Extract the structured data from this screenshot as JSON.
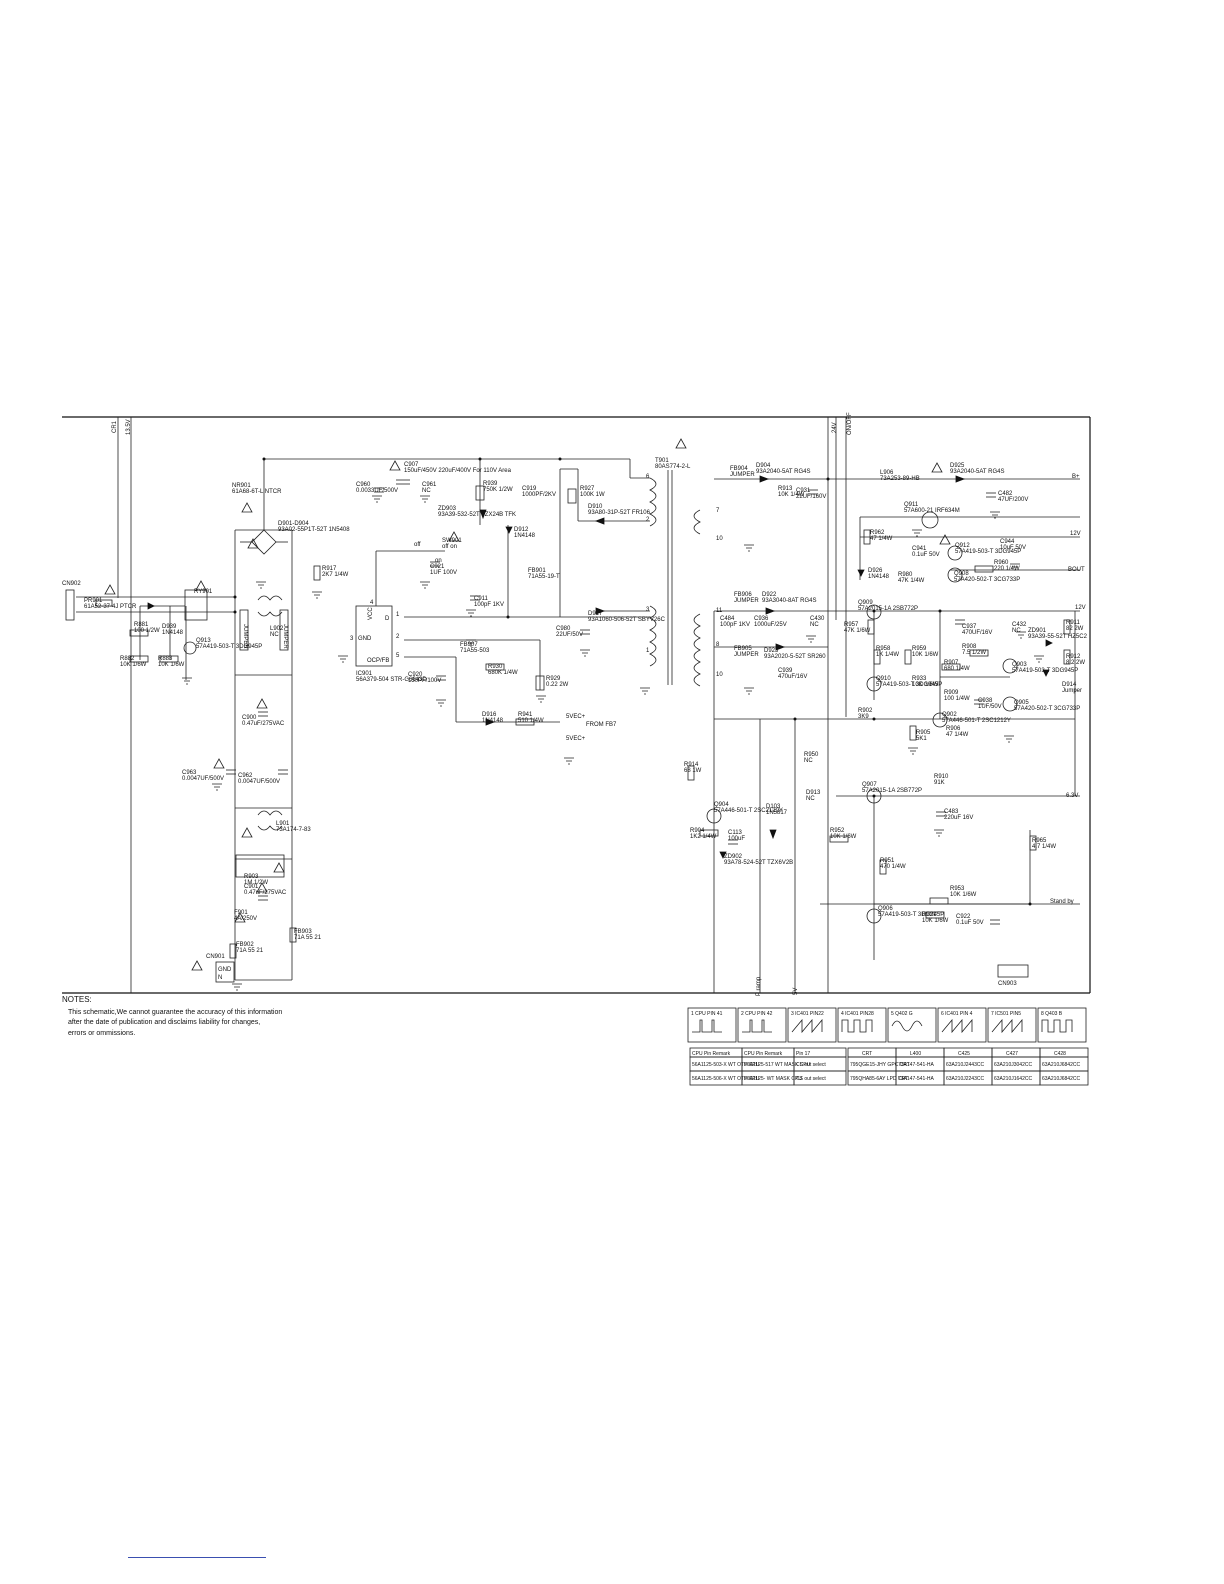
{
  "notes": {
    "title": "NOTES:",
    "lines": [
      "This schematic,We cannot guarantee the accuracy of this information",
      "after the date of publication and disclaims liability for changes,",
      "errors or ommissions."
    ]
  },
  "connectors": {
    "cn902": "CN902",
    "cn901": "CN901",
    "cn903": "CN903",
    "gnd": "GND",
    "n": "N"
  },
  "components": [
    {
      "ref": "NR901",
      "value": "61A68-6T-L NTCR"
    },
    {
      "ref": "C960",
      "value": "0.0033UF/500V"
    },
    {
      "ref": "C907",
      "value": "150uF/450V 220uF/400V For 110V Area"
    },
    {
      "ref": "C961",
      "value": "NC"
    },
    {
      "ref": "R939",
      "value": "750K 1/2W"
    },
    {
      "ref": "ZD903",
      "value": "93A39-532-52T TZX24B TFK"
    },
    {
      "ref": "C919",
      "value": "1000PF/2KV"
    },
    {
      "ref": "R927",
      "value": "100K 1W"
    },
    {
      "ref": "D910",
      "value": "93A80-31P-52T FR106"
    },
    {
      "ref": "T901",
      "value": "80AS774-2-L"
    },
    {
      "ref": "D901-D904",
      "value": "93A02-55P1T-52T 1N5408"
    },
    {
      "ref": "SW901",
      "value": "off on"
    },
    {
      "ref": "D912",
      "value": "1N4148"
    },
    {
      "ref": "R917",
      "value": "2K7 1/4W"
    },
    {
      "ref": "C921",
      "value": "1UF 100V"
    },
    {
      "ref": "FB901",
      "value": "71A55-19-T"
    },
    {
      "ref": "C911",
      "value": "100pF 1KV"
    },
    {
      "ref": "D917",
      "value": "93A1060-506-52T SBYV26C"
    },
    {
      "ref": "C980",
      "value": "22UF/50V"
    },
    {
      "ref": "IC901",
      "value": "56A379-504 STR-G6643D"
    },
    {
      "ref": "FB907",
      "value": "71A55-503"
    },
    {
      "ref": "R930",
      "value": "680K 1/4W"
    },
    {
      "ref": "R929",
      "value": "0.22 2W"
    },
    {
      "ref": "C920",
      "value": "150PF/100V"
    },
    {
      "ref": "D916",
      "value": "1N4148"
    },
    {
      "ref": "R941",
      "value": "510 1/4W"
    },
    {
      "ref": "RY901",
      "value": ""
    },
    {
      "ref": "PR901",
      "value": "61A52-37-4J PTCR"
    },
    {
      "ref": "R881",
      "value": "100 1/2W"
    },
    {
      "ref": "D939",
      "value": "1N4148"
    },
    {
      "ref": "R882",
      "value": "10K 1/6W"
    },
    {
      "ref": "R883",
      "value": "10K 1/6W"
    },
    {
      "ref": "Q913",
      "value": "57A419-503-T 3DG945P"
    },
    {
      "ref": "L902",
      "value": "NC"
    },
    {
      "ref": "C900",
      "value": "0.47uF/275VAC"
    },
    {
      "ref": "C963",
      "value": "0.0047UF/500V"
    },
    {
      "ref": "C962",
      "value": "0.0047UF/500V"
    },
    {
      "ref": "L901",
      "value": "73A174-7-83"
    },
    {
      "ref": "R903",
      "value": "1M 1/2W"
    },
    {
      "ref": "C901",
      "value": "0.47uF/275VAC"
    },
    {
      "ref": "F901",
      "value": "4A/250V"
    },
    {
      "ref": "FB902",
      "value": "71A 55 21"
    },
    {
      "ref": "FB903",
      "value": "71A 55 21"
    },
    {
      "ref": "FB904",
      "value": "JUMPER"
    },
    {
      "ref": "D904",
      "value": "93A2040-5AT RG4S"
    },
    {
      "ref": "R913",
      "value": "10K 1/4W"
    },
    {
      "ref": "C931",
      "value": "22UF/160V"
    },
    {
      "ref": "L906",
      "value": "73A253-89-HB"
    },
    {
      "ref": "D925",
      "value": "93A2040-5AT RG4S"
    },
    {
      "ref": "C482",
      "value": "47UF/200V"
    },
    {
      "ref": "Q911",
      "value": "57A600-21 IRF634M"
    },
    {
      "ref": "R962",
      "value": "47 1/4W"
    },
    {
      "ref": "C941",
      "value": "0.1uF 50V"
    },
    {
      "ref": "Q912",
      "value": "57A419-503-T 3DG945P"
    },
    {
      "ref": "C944",
      "value": "10uF 50V"
    },
    {
      "ref": "R960",
      "value": "220 1/4W"
    },
    {
      "ref": "Q908",
      "value": "57A420-502-T 3CG733P"
    },
    {
      "ref": "D926",
      "value": "1N4148"
    },
    {
      "ref": "R980",
      "value": "47K 1/4W"
    },
    {
      "ref": "FB906",
      "value": "JUMPER"
    },
    {
      "ref": "D922",
      "value": "93A3040-8AT RG4S"
    },
    {
      "ref": "C484",
      "value": "100pF 1KV"
    },
    {
      "ref": "C936",
      "value": "1000uF/25V"
    },
    {
      "ref": "C430",
      "value": "NC"
    },
    {
      "ref": "FB905",
      "value": "JUMPER"
    },
    {
      "ref": "D923",
      "value": "93A2020-5-52T SR260"
    },
    {
      "ref": "C939",
      "value": "470uF/16V"
    },
    {
      "ref": "Q909",
      "value": "57A2015-1A 2SB772P"
    },
    {
      "ref": "R957",
      "value": "47K 1/6W"
    },
    {
      "ref": "C937",
      "value": "470UF/16V"
    },
    {
      "ref": "C432",
      "value": "NC"
    },
    {
      "ref": "ZD901",
      "value": "93A39-55-52T HZ5C2"
    },
    {
      "ref": "R911",
      "value": "82 2W"
    },
    {
      "ref": "R912",
      "value": "8.2 2W"
    },
    {
      "ref": "R958",
      "value": "1K 1/4W"
    },
    {
      "ref": "R959",
      "value": "10K 1/6W"
    },
    {
      "ref": "R908",
      "value": "7.5 1/2W"
    },
    {
      "ref": "Q903",
      "value": "57A419-503-T 3DG945P"
    },
    {
      "ref": "Q910",
      "value": "57A419-503-T 3DG945P"
    },
    {
      "ref": "R933",
      "value": "10K 1/6W"
    },
    {
      "ref": "R907",
      "value": "680 1/4W"
    },
    {
      "ref": "R909",
      "value": "100 1/4W"
    },
    {
      "ref": "C938",
      "value": "1UF/50V"
    },
    {
      "ref": "Q905",
      "value": "57A420-502-T 3CG733P"
    },
    {
      "ref": "D914",
      "value": "Jumper"
    },
    {
      "ref": "R902",
      "value": "3K9"
    },
    {
      "ref": "Q902",
      "value": "57A446-501-T 2SC1212Y"
    },
    {
      "ref": "R905",
      "value": "5K1"
    },
    {
      "ref": "R906",
      "value": "47 1/4W"
    },
    {
      "ref": "R914",
      "value": "68 1W"
    },
    {
      "ref": "R950",
      "value": "NC"
    },
    {
      "ref": "R910",
      "value": "91K"
    },
    {
      "ref": "Q907",
      "value": "57A2015-1A 2SB772P"
    },
    {
      "ref": "Q904",
      "value": "57A446-501-T 2SC2120Y"
    },
    {
      "ref": "D103",
      "value": "1N5817"
    },
    {
      "ref": "D913",
      "value": "NC"
    },
    {
      "ref": "C483",
      "value": "220uF 16V"
    },
    {
      "ref": "R904",
      "value": "1K2 1/4W"
    },
    {
      "ref": "C113",
      "value": "100uF"
    },
    {
      "ref": "R952",
      "value": "10K 1/6W"
    },
    {
      "ref": "R965",
      "value": "4.7 1/4W"
    },
    {
      "ref": "ZD902",
      "value": "93A78-524-52T TZX6V2B"
    },
    {
      "ref": "R951",
      "value": "470 1/4W"
    },
    {
      "ref": "R953",
      "value": "10K 1/6W"
    },
    {
      "ref": "Q906",
      "value": "57A419-503-T 3DG945P"
    },
    {
      "ref": "R921",
      "value": "10K 1/6W"
    },
    {
      "ref": "C922",
      "value": "0.1uF 50V"
    }
  ],
  "nets": {
    "top_left_a": "CR1",
    "top_left_b": "13.5V",
    "top_right_a": "24V",
    "top_right_b": "ON/OFF",
    "b_plus": "B+",
    "v12_a": "12V",
    "bout": "BOUT",
    "v12_b": "12V",
    "v63": "6.3V",
    "standby": "Stand by",
    "v5": "5V",
    "from_fb7": "FROM FB7",
    "v5vec_a": "5VEC+",
    "v5vec_b": "5VEC+",
    "off": "off",
    "on": "on",
    "jumper": "JUMPER",
    "p_ramp": "P ramp",
    "ic_vcc": "VCC",
    "ic_d": "D",
    "ic_gnd": "GND",
    "ic_ocp": "OCP/FB",
    "pin1": "1",
    "pin2": "2",
    "pin3": "3",
    "pin4": "4",
    "pin5": "5",
    "t6": "6",
    "t2": "2",
    "t3": "3",
    "t1": "1",
    "t7": "7",
    "t10a": "10",
    "t11": "11",
    "t8": "8",
    "t10b": "10"
  },
  "waveforms": [
    {
      "id": "1",
      "label": "CPU PIN 41",
      "shape": "pulse"
    },
    {
      "id": "2",
      "label": "CPU PIN 42",
      "shape": "pulse"
    },
    {
      "id": "3",
      "label": "IC401 PIN22",
      "shape": "sawtooth"
    },
    {
      "id": "4",
      "label": "IC401 PIN28",
      "shape": "square"
    },
    {
      "id": "5",
      "label": "Q402 G",
      "shape": "sine"
    },
    {
      "id": "6",
      "label": "IC401 PIN 4",
      "shape": "sawtooth"
    },
    {
      "id": "7",
      "label": "IC501 PIN5",
      "shape": "sawtooth"
    },
    {
      "id": "8",
      "label": "Q403 B",
      "shape": "square"
    }
  ],
  "cpu_table": {
    "headers": [
      "CPU Pin Remark",
      "CPU Pin Remark",
      "Pin 17"
    ],
    "rows": [
      [
        "56A1125-503-X WT OTP CPU",
        "56A1125-517 WT MASK CPU",
        "CS out select"
      ],
      [
        "56A1125-506-X WT OTP CPU",
        "56A1125- WT MASK CPU",
        "CS out select"
      ]
    ]
  },
  "part_table": {
    "headers": [
      "CRT",
      "L400",
      "C425",
      "C427",
      "C428"
    ],
    "rows": [
      [
        "795QGE15-JHY GPC CRT",
        "73A147-541-HA",
        "63A210J2443CC",
        "63A210J3042CC",
        "63A210J6842CC"
      ],
      [
        "795QHA85-6AY LPD CRT",
        "73A147-541-HA",
        "63A210J2243CC",
        "63A210J1642CC",
        "63A210J6842CC"
      ]
    ]
  }
}
